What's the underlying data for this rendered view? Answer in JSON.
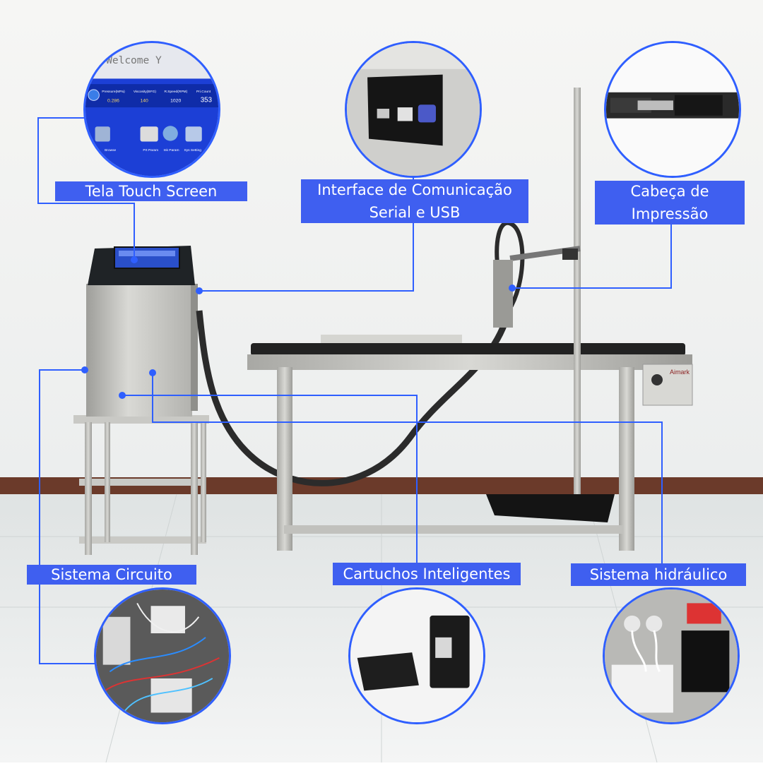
{
  "labels": {
    "touch_screen": "Tela Touch Screen",
    "interface_line1": "Interface de Comunicação",
    "interface_line2": "Serial e USB",
    "print_head_line1": "Cabeça de",
    "print_head_line2": "Impressão",
    "circuit_system": "Sistema Circuito",
    "smart_cartridges": "Cartuchos Inteligentes",
    "hydraulic_system": "Sistema hidráulico"
  },
  "screen_inset": {
    "welcome_text": "t Welcome Y",
    "headers": [
      "Pressure(MPa)",
      "Viscosity(BFG)",
      "R.Speed(RPM)",
      "Pri.Count"
    ],
    "values": [
      "0.286",
      "140",
      "1020",
      "353"
    ],
    "icons": [
      "Browse",
      "Prt Param",
      "Ink Param",
      "Sys Setting"
    ]
  },
  "control_box": {
    "brand": "Aimark"
  },
  "colors": {
    "accent": "#3f5ff0",
    "line": "#2f5fff",
    "wall": "#f2f2f0",
    "floor": "#e9ecec",
    "stripe": "#6b3a2a"
  }
}
